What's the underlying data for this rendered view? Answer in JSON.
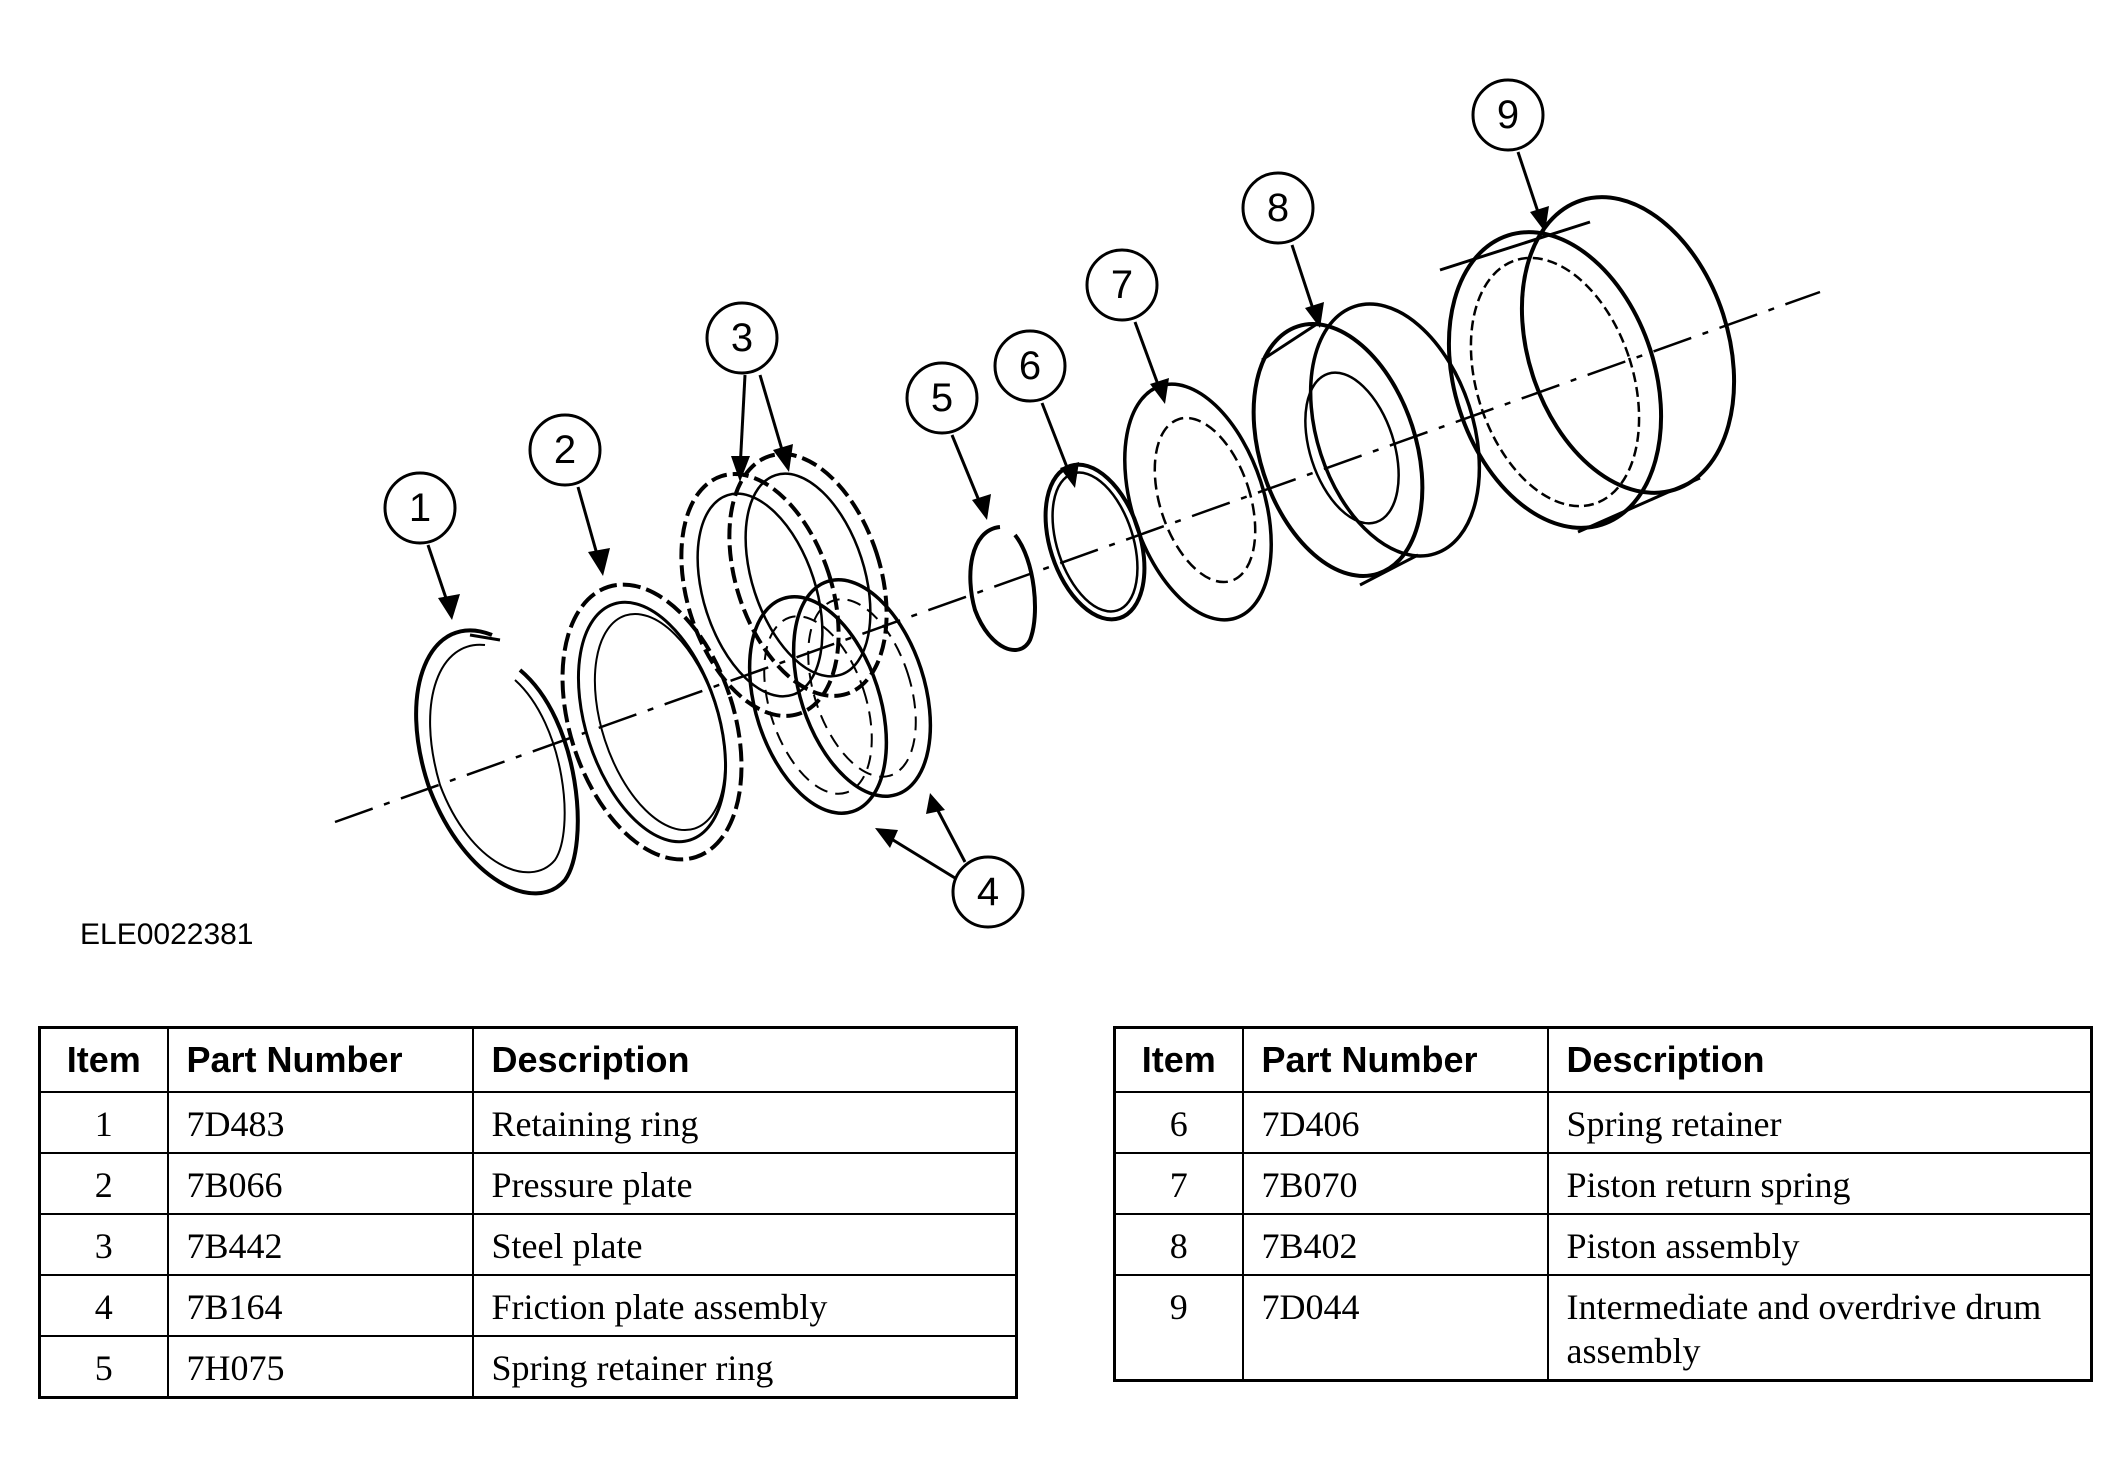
{
  "diagram": {
    "reference_code": "ELE0022381",
    "callouts": [
      "1",
      "2",
      "3",
      "4",
      "5",
      "6",
      "7",
      "8",
      "9"
    ]
  },
  "table_left": {
    "headers": {
      "item": "Item",
      "part_number": "Part Number",
      "description": "Description"
    },
    "rows": [
      {
        "item": "1",
        "part_number": "7D483",
        "description": "Retaining ring"
      },
      {
        "item": "2",
        "part_number": "7B066",
        "description": "Pressure plate"
      },
      {
        "item": "3",
        "part_number": "7B442",
        "description": "Steel plate"
      },
      {
        "item": "4",
        "part_number": "7B164",
        "description": "Friction plate assembly"
      },
      {
        "item": "5",
        "part_number": "7H075",
        "description": "Spring retainer ring"
      }
    ]
  },
  "table_right": {
    "headers": {
      "item": "Item",
      "part_number": "Part Number",
      "description": "Description"
    },
    "rows": [
      {
        "item": "6",
        "part_number": "7D406",
        "description": "Spring retainer"
      },
      {
        "item": "7",
        "part_number": "7B070",
        "description": "Piston return spring"
      },
      {
        "item": "8",
        "part_number": "7B402",
        "description": "Piston assembly"
      },
      {
        "item": "9",
        "part_number": "7D044",
        "description": "Intermediate and overdrive drum assembly"
      }
    ]
  }
}
